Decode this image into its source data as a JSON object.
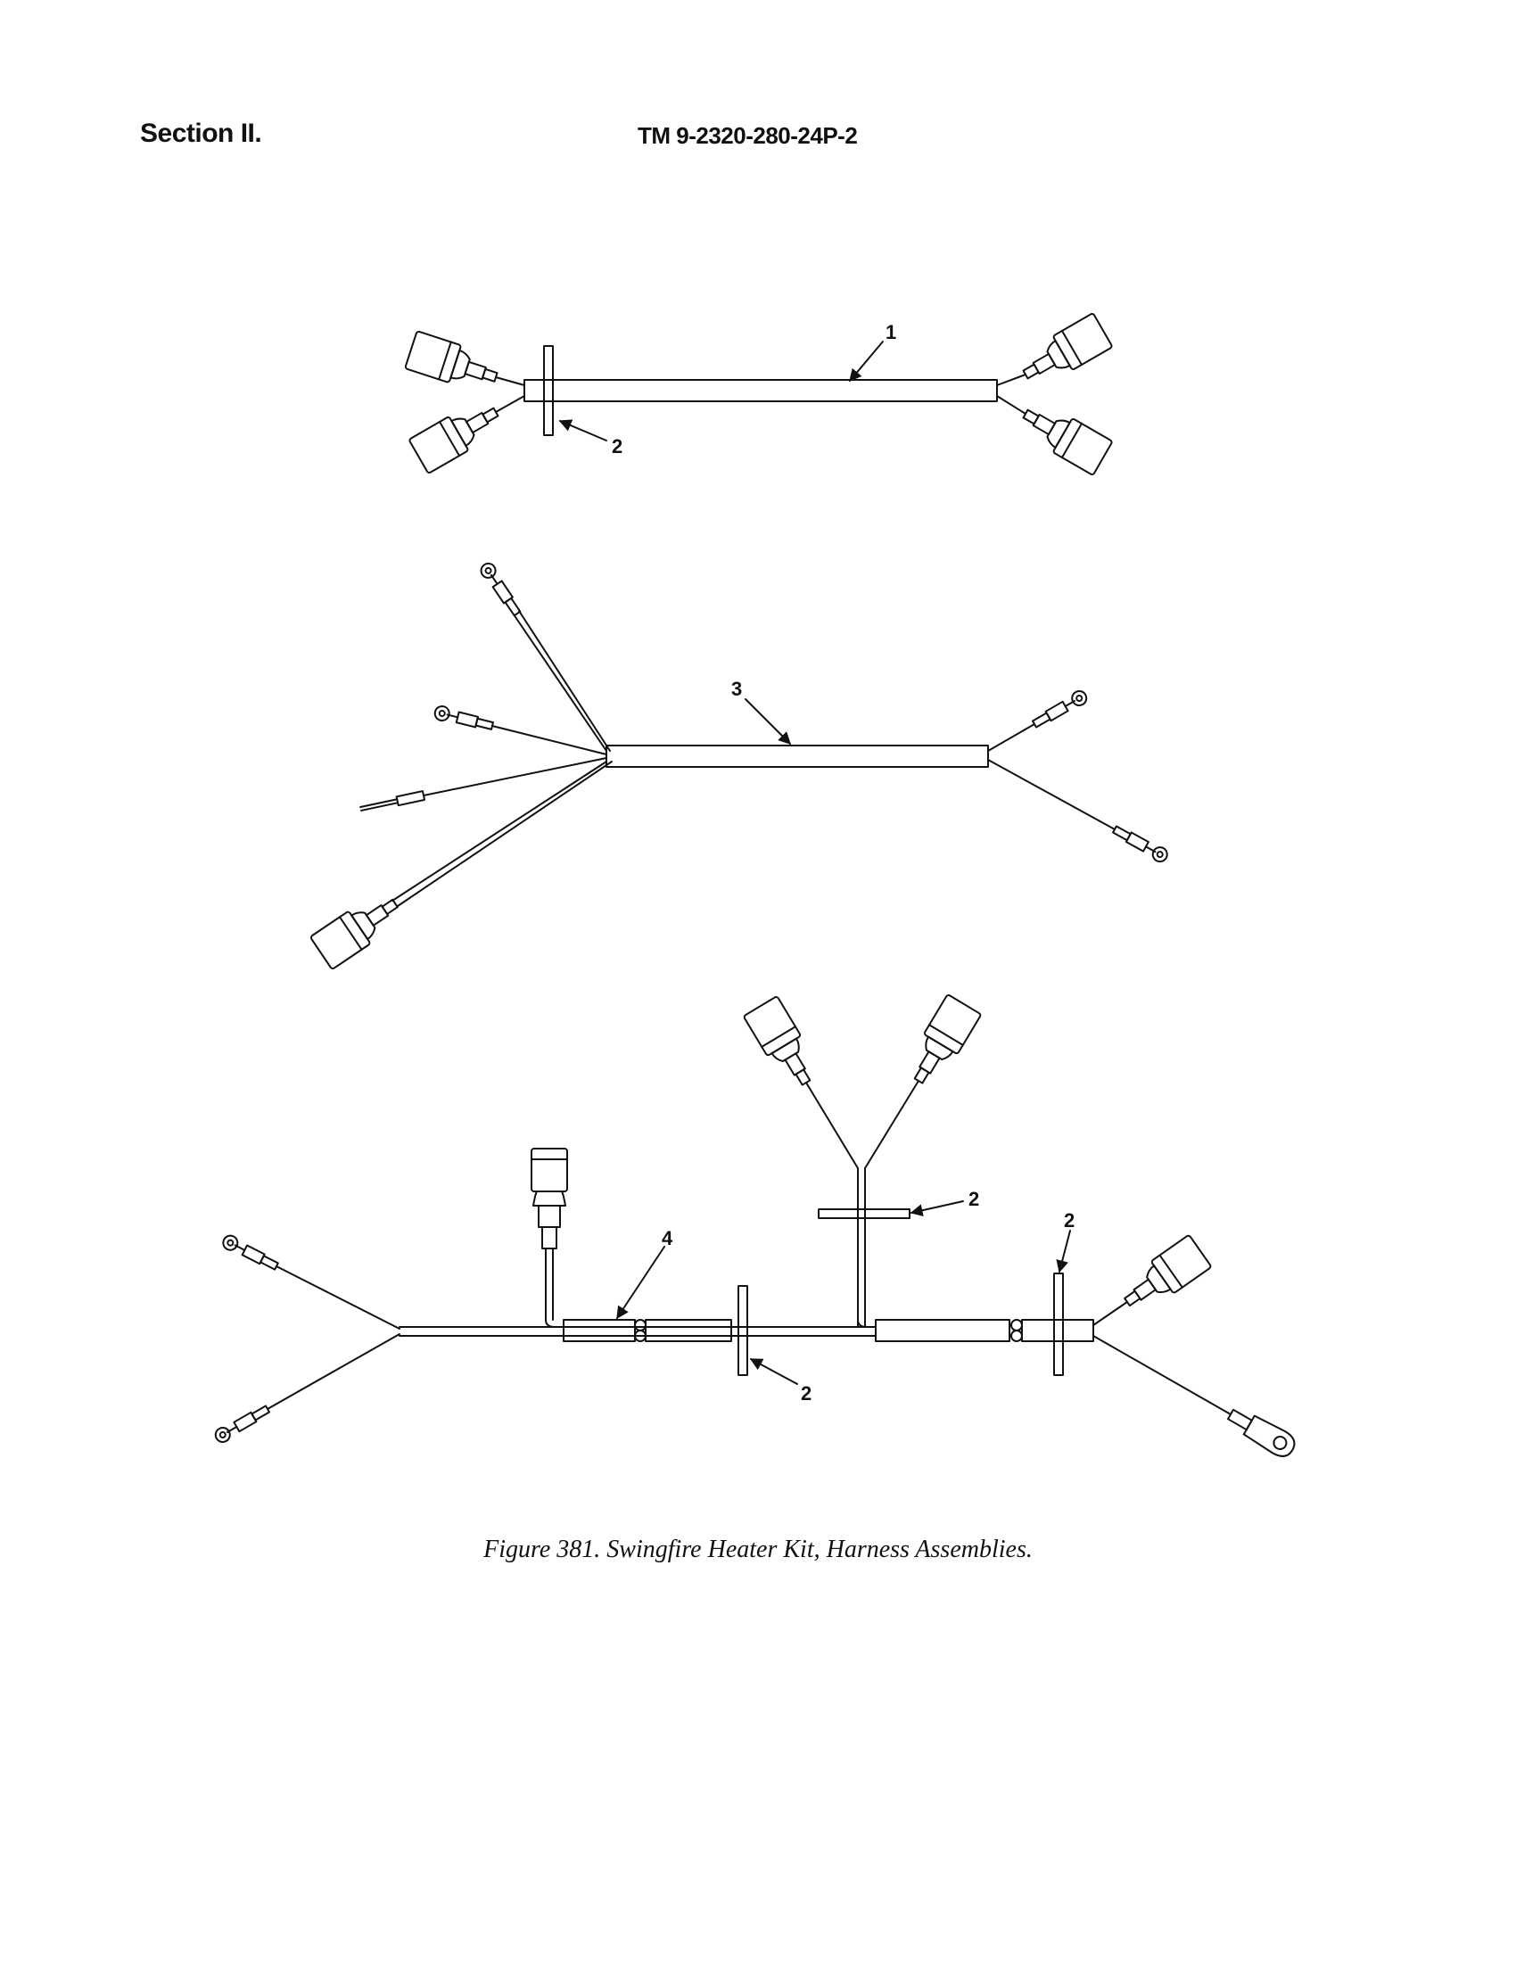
{
  "header": {
    "section": "Section II.",
    "tm_number": "TM 9-2320-280-24P-2"
  },
  "figure": {
    "caption": "Figure 381.  Swingfire Heater Kit, Harness Assemblies.",
    "callouts": {
      "c1": "1",
      "c2a": "2",
      "c3": "3",
      "c4": "4",
      "c2b": "2",
      "c2c": "2",
      "c2d": "2"
    }
  },
  "colors": {
    "line": "#111111",
    "paper": "#ffffff"
  }
}
